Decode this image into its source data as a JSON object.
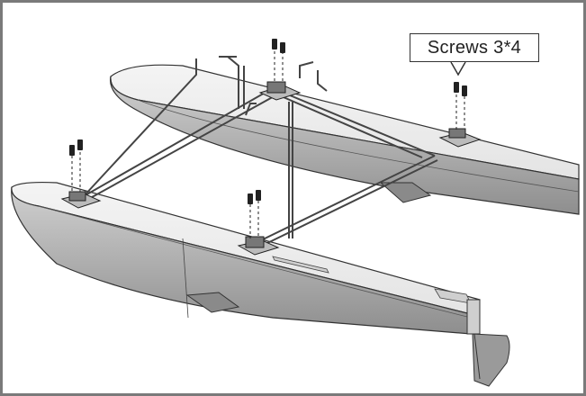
{
  "callout": {
    "label": "Screws 3*4"
  },
  "colors": {
    "frame": "#7a7a7a",
    "hull_light": "#f2f2f2",
    "hull_mid": "#dcdcdc",
    "hull_dark": "#9a9a9a",
    "line": "#333333",
    "screw": "#222222"
  },
  "parts": {
    "hulls": [
      "rear-hull",
      "front-hull"
    ],
    "mounts": 4,
    "screw_pairs": 4,
    "rudder": "rudder-icon"
  }
}
